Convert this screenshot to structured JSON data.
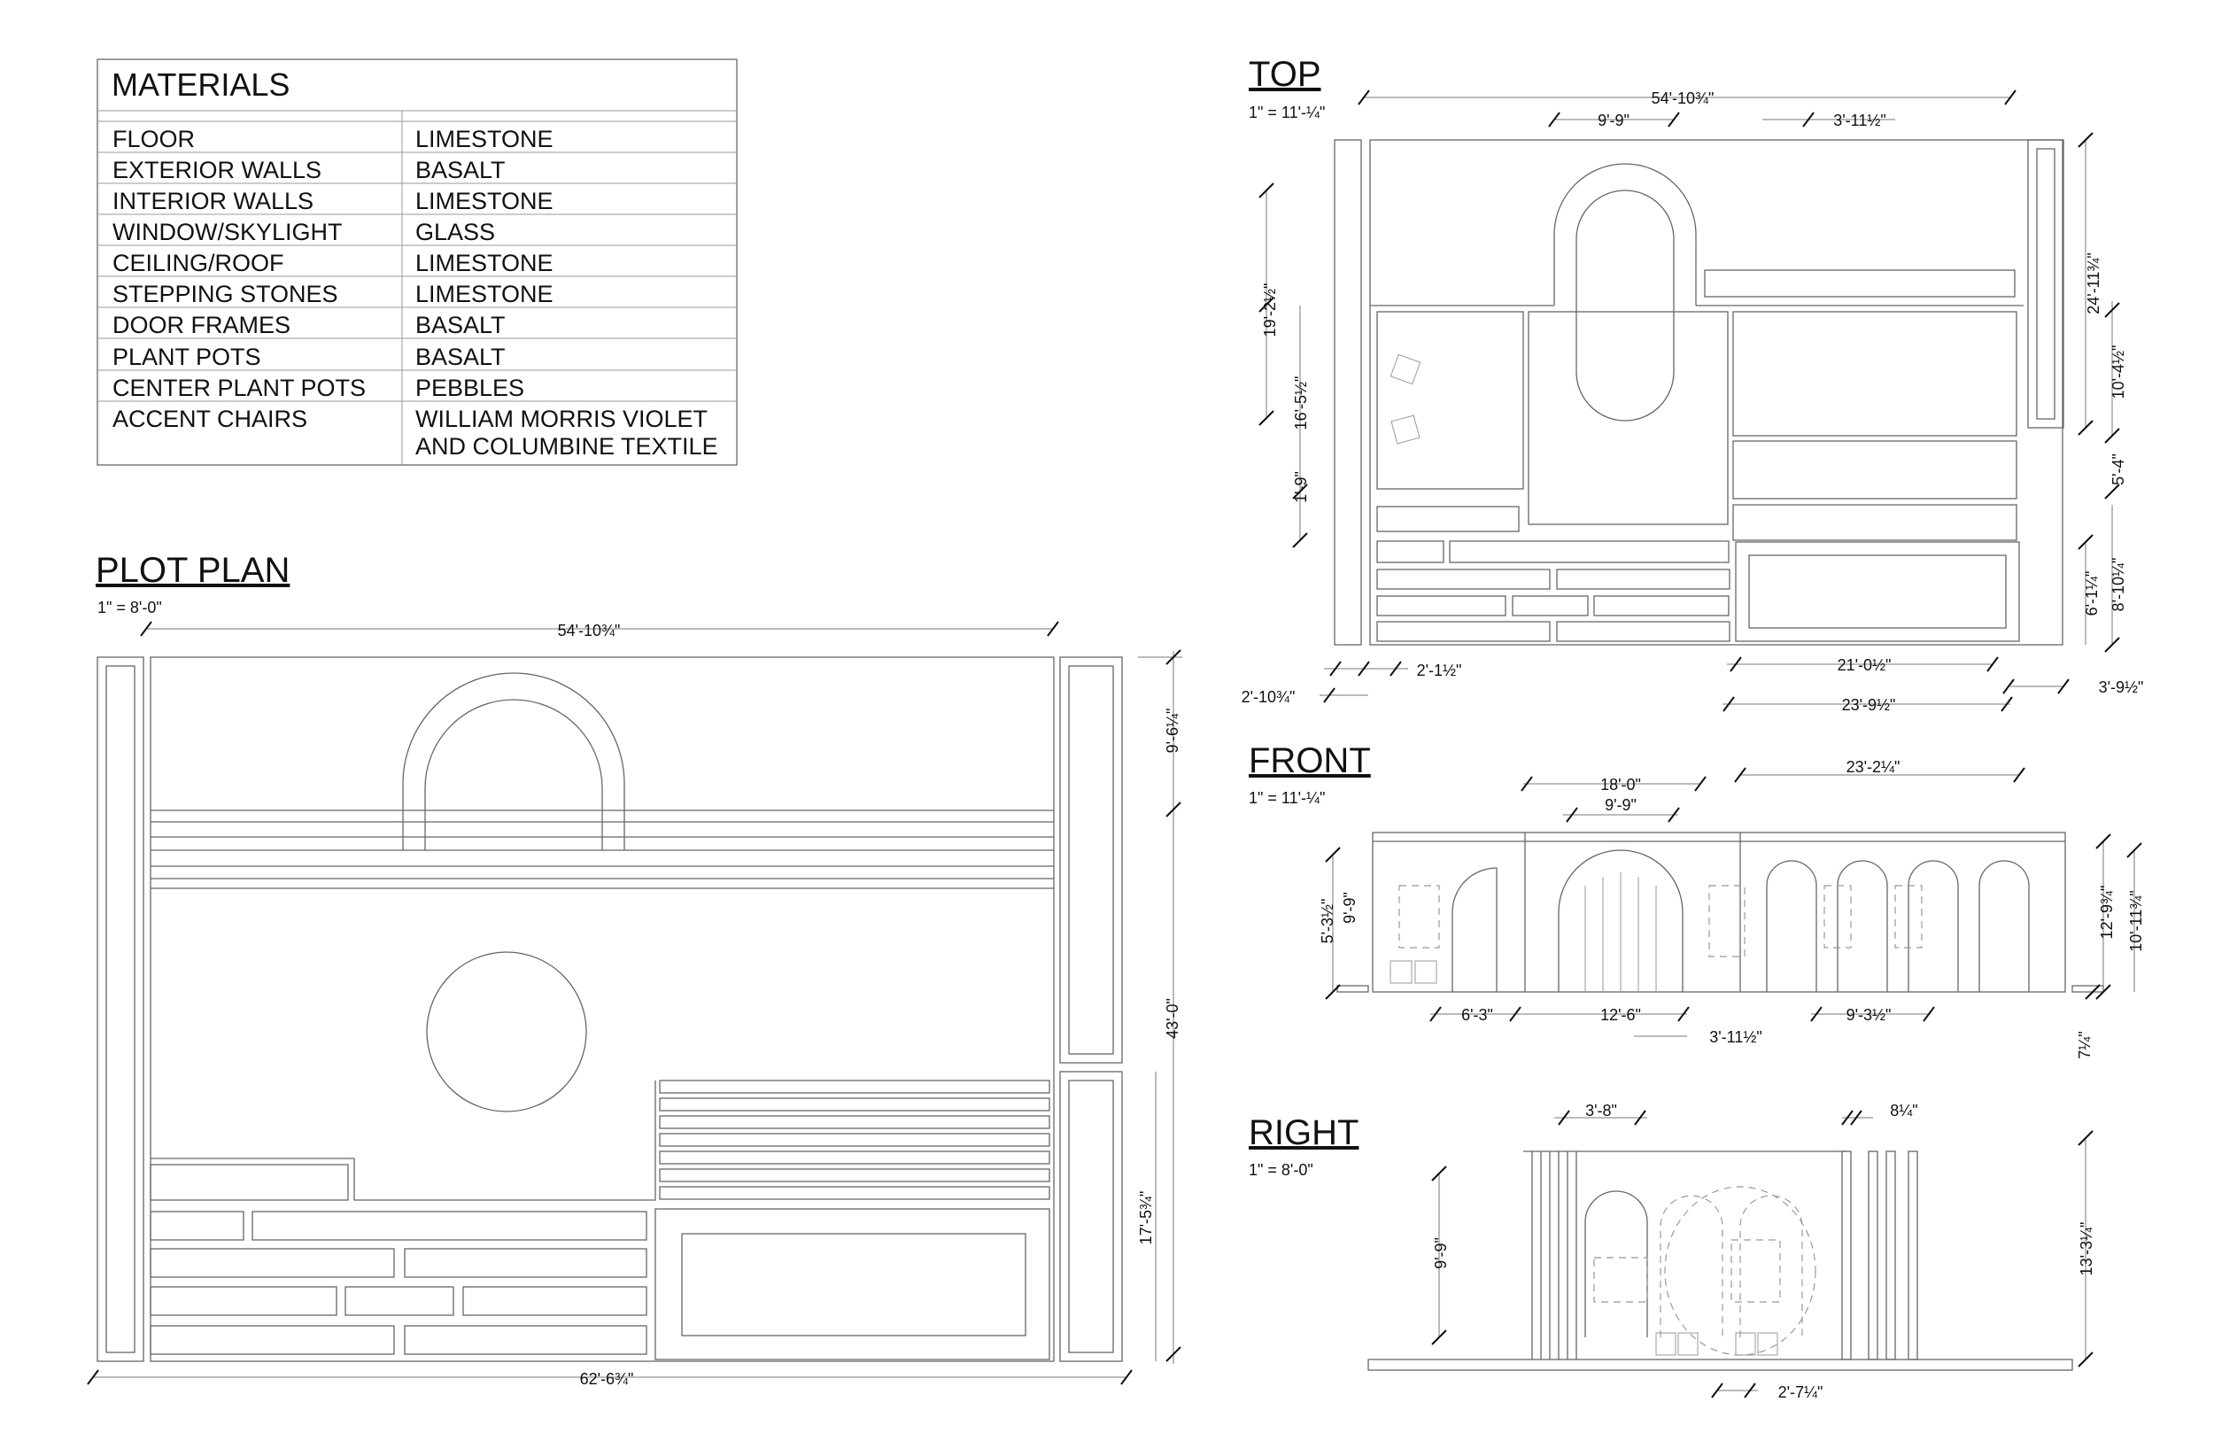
{
  "materials": {
    "title": "MATERIALS",
    "rows": [
      {
        "item": "FLOOR",
        "material": "LIMESTONE"
      },
      {
        "item": "EXTERIOR WALLS",
        "material": "BASALT"
      },
      {
        "item": "INTERIOR WALLS",
        "material": "LIMESTONE"
      },
      {
        "item": "WINDOW/SKYLIGHT",
        "material": "GLASS"
      },
      {
        "item": "CEILING/ROOF",
        "material": "LIMESTONE"
      },
      {
        "item": "STEPPING STONES",
        "material": "LIMESTONE"
      },
      {
        "item": "DOOR FRAMES",
        "material": "BASALT"
      },
      {
        "item": "PLANT POTS",
        "material": "BASALT"
      },
      {
        "item": "CENTER PLANT POTS",
        "material": "PEBBLES"
      },
      {
        "item": "ACCENT CHAIRS",
        "material": "WILLIAM MORRIS VIOLET",
        "material2": "AND COLUMBINE TEXTILE"
      }
    ]
  },
  "plot_plan": {
    "title": "PLOT PLAN",
    "scale": "1\" = 8'-0\"",
    "dims": {
      "width_top": "54'-10¾\"",
      "width_bottom": "62'-6¾\"",
      "right_upper": "9'-6¼\"",
      "right_mid": "43'-0\"",
      "right_lower": "17'-5¾\""
    }
  },
  "top": {
    "title": "TOP",
    "scale": "1\" = 11'-¼\"",
    "dims": {
      "overall": "54'-10¾\"",
      "arch_width": "9'-9\"",
      "right_gap": "3'-11½\"",
      "left_upper": "19'-2½\"",
      "left_mid": "16'-5½\"",
      "left_lower": "1'-9\"",
      "bottom_left_a": "2'-10¾\"",
      "bottom_left_b": "2'-1½\"",
      "bottom_mid": "21'-0½\"",
      "bottom_wide": "23'-9½\"",
      "bottom_right": "3'-9½\"",
      "right_a": "24'-11¾\"",
      "right_b": "10'-4½\"",
      "right_c": "5'-4\"",
      "right_d": "6'-1¼\"",
      "right_e": "8'-10¼\""
    }
  },
  "front": {
    "title": "FRONT",
    "scale": "1\" = 11'-¼\"",
    "dims": {
      "top_a": "18'-0\"",
      "top_b": "9'-9\"",
      "top_c": "23'-2¼\"",
      "left_a": "5'-3½\"",
      "left_b": "9'-9\"",
      "right_a": "12'-9¾\"",
      "right_b": "10'-11¾\"",
      "right_c": "7¼\"",
      "bottom_a": "6'-3\"",
      "bottom_b": "12'-6\"",
      "bottom_c": "3'-11½\"",
      "bottom_d": "9'-3½\""
    }
  },
  "right": {
    "title": "RIGHT",
    "scale": "1\" = 8'-0\"",
    "dims": {
      "top_a": "3'-8\"",
      "top_b": "8¼\"",
      "left_a": "9'-9\"",
      "right_a": "13'-3¼\"",
      "bottom_a": "2'-7¼\""
    }
  }
}
